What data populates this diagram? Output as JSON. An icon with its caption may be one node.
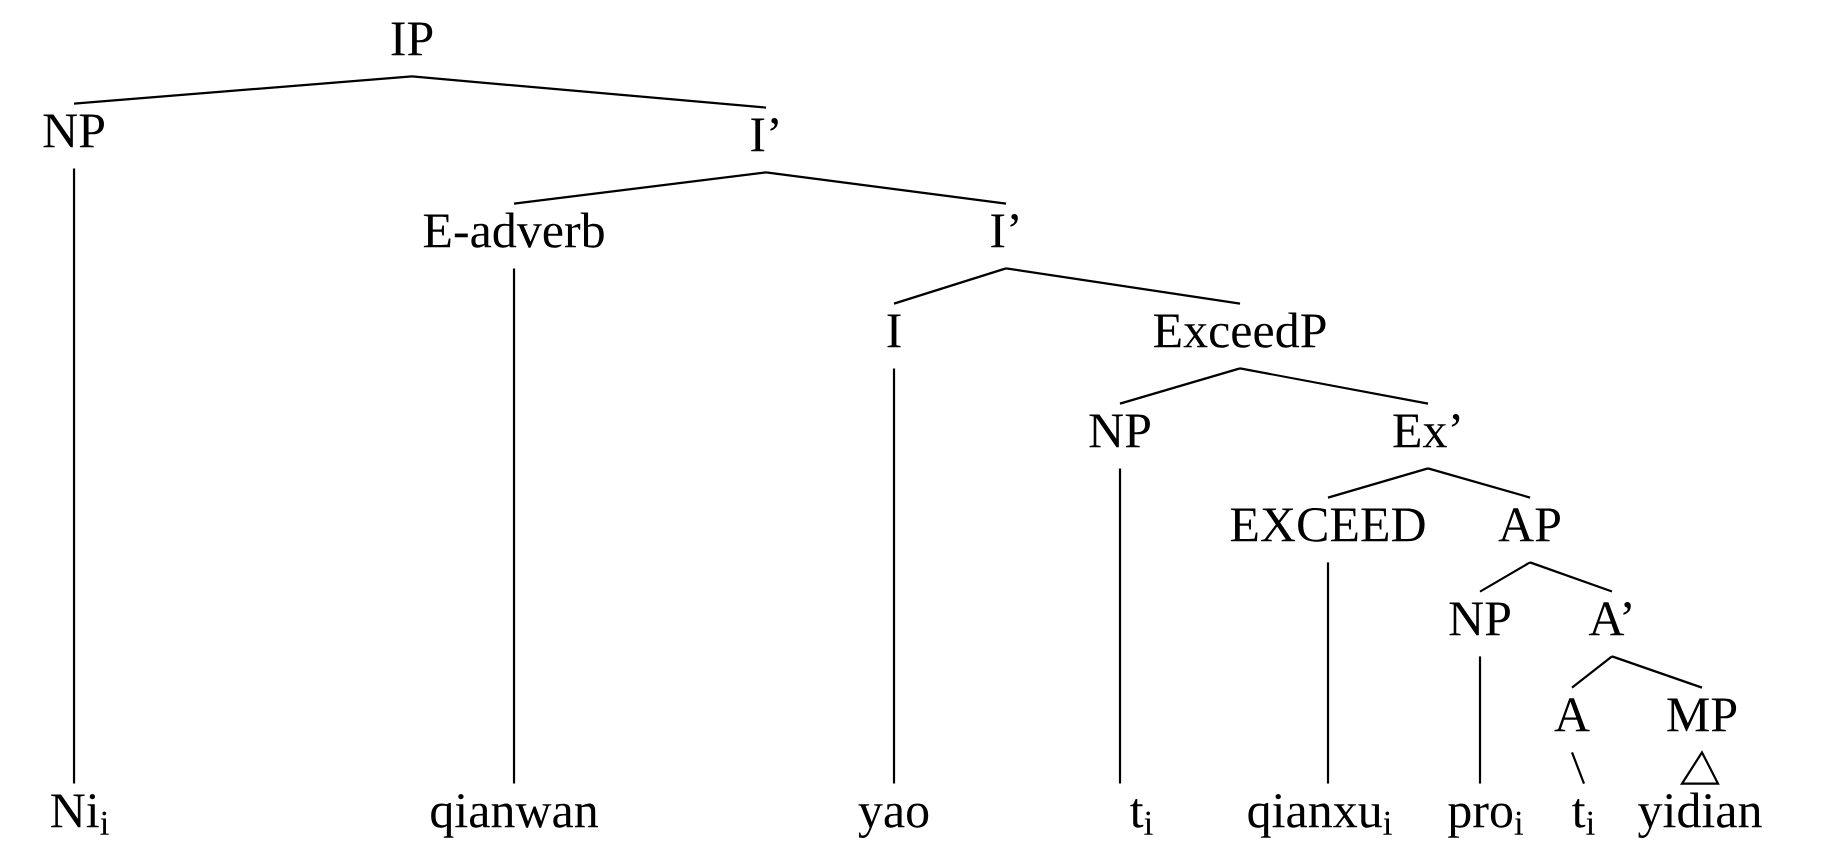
{
  "diagram": {
    "nodes": [
      {
        "text": [
          "IP"
        ]
      },
      {
        "text": [
          "NP"
        ]
      },
      {
        "text": [
          "I’"
        ]
      },
      {
        "text": [
          "E-adverb"
        ]
      },
      {
        "text": [
          "I’"
        ]
      },
      {
        "text": [
          "I"
        ]
      },
      {
        "text": [
          "ExceedP"
        ]
      },
      {
        "text": [
          "NP"
        ]
      },
      {
        "text": [
          "Ex’"
        ]
      },
      {
        "text": [
          "EXCEED"
        ]
      },
      {
        "text": [
          "AP"
        ]
      },
      {
        "text": [
          "NP"
        ]
      },
      {
        "text": [
          "A’"
        ]
      },
      {
        "text": [
          "A"
        ]
      },
      {
        "text": [
          "MP"
        ]
      },
      {
        "text": [
          "Ni$_{i}$"
        ]
      },
      {
        "text": [
          "qianwan"
        ]
      },
      {
        "text": [
          "yao"
        ]
      },
      {
        "text": [
          "t$_{i}$"
        ]
      },
      {
        "text": [
          "qianxu$_{i}$"
        ]
      },
      {
        "text": [
          "pro$_{i}$"
        ]
      },
      {
        "text": [
          "t$_{i}$"
        ]
      },
      {
        "text": [
          "yidian"
        ]
      }
    ],
    "edges": [
      {
        "from": 0,
        "to": 1,
        "arrow": "none"
      },
      {
        "from": 0,
        "to": 2,
        "arrow": "none"
      },
      {
        "from": 2,
        "to": 3,
        "arrow": "none"
      },
      {
        "from": 2,
        "to": 4,
        "arrow": "none"
      },
      {
        "from": 4,
        "to": 5,
        "arrow": "none"
      },
      {
        "from": 4,
        "to": 6,
        "arrow": "none"
      },
      {
        "from": 6,
        "to": 7,
        "arrow": "none"
      },
      {
        "from": 6,
        "to": 8,
        "arrow": "none"
      },
      {
        "from": 8,
        "to": 9,
        "arrow": "none"
      },
      {
        "from": 8,
        "to": 10,
        "arrow": "none"
      },
      {
        "from": 10,
        "to": 11,
        "arrow": "none"
      },
      {
        "from": 10,
        "to": 12,
        "arrow": "none"
      },
      {
        "from": 12,
        "to": 13,
        "arrow": "none"
      },
      {
        "from": 12,
        "to": 14,
        "arrow": "none"
      },
      {
        "from": 1,
        "to": 15,
        "arrow": "none"
      },
      {
        "from": 3,
        "to": 16,
        "arrow": "none"
      },
      {
        "from": 5,
        "to": 17,
        "arrow": "none"
      },
      {
        "from": 7,
        "to": 18,
        "arrow": "none"
      },
      {
        "from": 9,
        "to": 19,
        "arrow": "none"
      },
      {
        "from": 11,
        "to": 20,
        "arrow": "none"
      },
      {
        "from": 13,
        "to": 21,
        "arrow": "none"
      },
      {
        "from": 14,
        "to": 22,
        "arrow": "none"
      }
    ]
  }
}
